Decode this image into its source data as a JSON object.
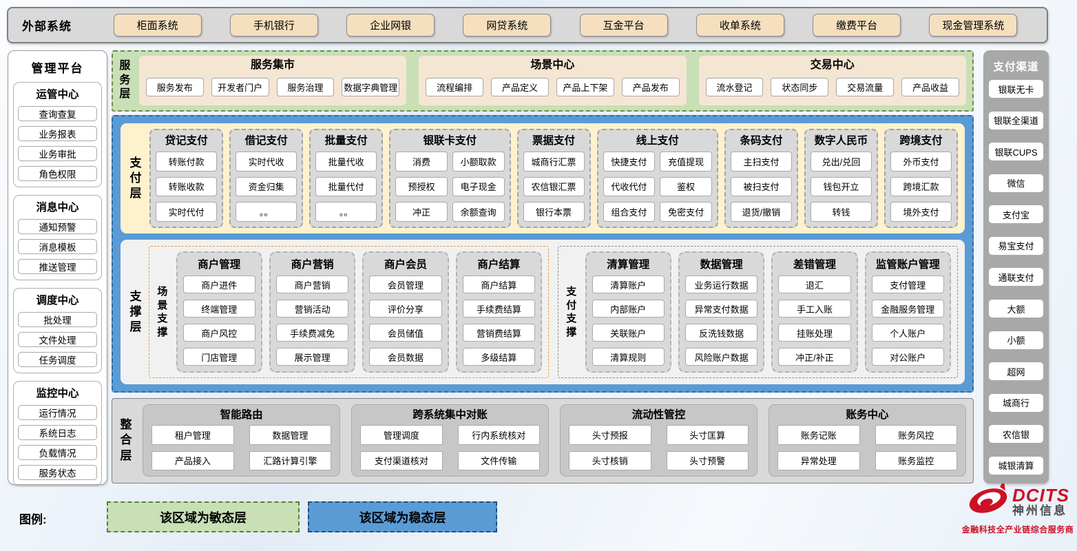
{
  "colors": {
    "agile_green": "#c9dfb6",
    "stable_blue": "#5b9bd5",
    "payment_panel_yellow": "#fdf2cd",
    "external_button_tan": "#f5dfbe",
    "service_group_tan": "#f4e6d3",
    "category_gray": "#d9d9d9",
    "channel_sidebar_gray": "#a8a8a8",
    "scene_support_accent": "#e59a3c",
    "logo_red": "#cc1126"
  },
  "external_systems": {
    "label": "外部系统",
    "items": [
      "柜面系统",
      "手机银行",
      "企业网银",
      "网贷系统",
      "互金平台",
      "收单系统",
      "缴费平台",
      "现金管理系统"
    ]
  },
  "management_platform": {
    "title": "管理平台",
    "groups": [
      {
        "title": "运管中心",
        "items": [
          "查询查复",
          "业务报表",
          "业务审批",
          "角色权限"
        ]
      },
      {
        "title": "消息中心",
        "items": [
          "通知预警",
          "消息模板",
          "推送管理"
        ]
      },
      {
        "title": "调度中心",
        "items": [
          "批处理",
          "文件处理",
          "任务调度"
        ]
      },
      {
        "title": "监控中心",
        "items": [
          "运行情况",
          "系统日志",
          "负载情况",
          "服务状态"
        ]
      }
    ]
  },
  "service_layer": {
    "label": "服务层",
    "groups": [
      {
        "title": "服务集市",
        "items": [
          "服务发布",
          "开发者门户",
          "服务治理",
          "数据字典管理"
        ]
      },
      {
        "title": "场景中心",
        "items": [
          "流程编排",
          "产品定义",
          "产品上下架",
          "产品发布"
        ]
      },
      {
        "title": "交易中心",
        "items": [
          "流水登记",
          "状态同步",
          "交易流量",
          "产品收益"
        ]
      }
    ]
  },
  "payment_layer": {
    "label": "支付层",
    "columns": [
      {
        "title": "贷记支付",
        "cols": 1,
        "items": [
          "转账付款",
          "转账收款",
          "实时代付"
        ]
      },
      {
        "title": "借记支付",
        "cols": 1,
        "items": [
          "实时代收",
          "资金归集",
          "。。"
        ]
      },
      {
        "title": "批量支付",
        "cols": 1,
        "items": [
          "批量代收",
          "批量代付",
          "。。"
        ]
      },
      {
        "title": "银联卡支付",
        "cols": 2,
        "items": [
          "消费",
          "小额取款",
          "预授权",
          "电子现金",
          "冲正",
          "余额查询"
        ]
      },
      {
        "title": "票据支付",
        "cols": 1,
        "items": [
          "城商行汇票",
          "农信银汇票",
          "银行本票"
        ]
      },
      {
        "title": "线上支付",
        "cols": 2,
        "items": [
          "快捷支付",
          "充值提现",
          "代收代付",
          "鉴权",
          "组合支付",
          "免密支付"
        ]
      },
      {
        "title": "条码支付",
        "cols": 1,
        "items": [
          "主扫支付",
          "被扫支付",
          "退货/撤销"
        ]
      },
      {
        "title": "数字人民币",
        "cols": 1,
        "items": [
          "兑出/兑回",
          "钱包开立",
          "转钱"
        ]
      },
      {
        "title": "跨境支付",
        "cols": 1,
        "items": [
          "外币支付",
          "跨境汇款",
          "境外支付"
        ]
      }
    ]
  },
  "support_layer": {
    "label": "支撑层",
    "sections": [
      {
        "label": "场景支撑",
        "accent": "orange",
        "columns": [
          {
            "title": "商户管理",
            "items": [
              "商户进件",
              "终端管理",
              "商户风控",
              "门店管理"
            ]
          },
          {
            "title": "商户营销",
            "items": [
              "商户营销",
              "营销活动",
              "手续费减免",
              "展示管理"
            ]
          },
          {
            "title": "商户会员",
            "items": [
              "会员管理",
              "评价分享",
              "会员储值",
              "会员数据"
            ]
          },
          {
            "title": "商户结算",
            "items": [
              "商户结算",
              "手续费结算",
              "营销费结算",
              "多级结算"
            ]
          }
        ]
      },
      {
        "label": "支付支撑",
        "accent": "gray",
        "columns": [
          {
            "title": "清算管理",
            "items": [
              "清算账户",
              "内部账户",
              "关联账户",
              "清算规则"
            ]
          },
          {
            "title": "数据管理",
            "items": [
              "业务运行数据",
              "异常支付数据",
              "反洗钱数据",
              "风险账户数据"
            ]
          },
          {
            "title": "差错管理",
            "items": [
              "退汇",
              "手工入账",
              "挂账处理",
              "冲正/补正"
            ]
          },
          {
            "title": "监管账户管理",
            "items": [
              "支付管理",
              "金融服务管理",
              "个人账户",
              "对公账户"
            ]
          }
        ]
      }
    ]
  },
  "integration_layer": {
    "label": "整合层",
    "groups": [
      {
        "title": "智能路由",
        "items": [
          "租户管理",
          "数据管理",
          "产品接入",
          "汇路计算引擎"
        ]
      },
      {
        "title": "跨系统集中对账",
        "items": [
          "管理调度",
          "行内系统核对",
          "支付渠道核对",
          "文件传输"
        ]
      },
      {
        "title": "流动性管控",
        "items": [
          "头寸预报",
          "头寸匡算",
          "头寸核销",
          "头寸预警"
        ]
      },
      {
        "title": "账务中心",
        "items": [
          "账务记账",
          "账务风控",
          "异常处理",
          "账务监控"
        ]
      }
    ]
  },
  "payment_channels": {
    "title": "支付渠道",
    "items": [
      "银联无卡",
      "银联全渠道",
      "银联CUPS",
      "微信",
      "支付宝",
      "易宝支付",
      "通联支付",
      "大额",
      "小额",
      "超网",
      "城商行",
      "农信银",
      "城银清算"
    ]
  },
  "legend": {
    "label": "图例:",
    "items": [
      {
        "text": "该区域为敏态层",
        "type": "agile"
      },
      {
        "text": "该区域为稳态层",
        "type": "stable"
      }
    ]
  },
  "logo": {
    "brand": "DCITS",
    "name": "神州信息",
    "tagline": "金融科技全产业链综合服务商"
  }
}
